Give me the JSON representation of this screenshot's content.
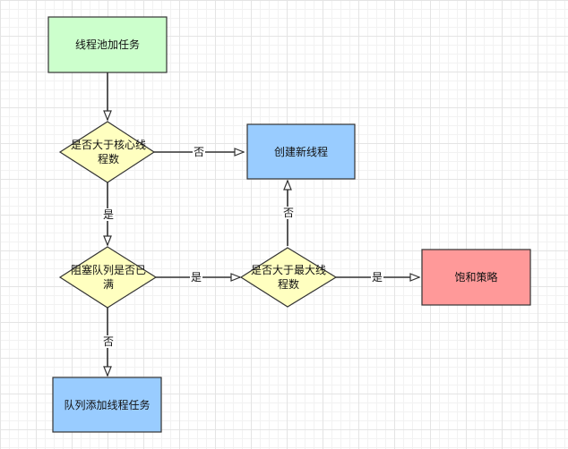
{
  "nodes": {
    "start": {
      "label": "线程池加任务",
      "fill": "#ccffcc"
    },
    "core_decision": {
      "label": "是否大于核心线程数",
      "fill": "#ffffc0"
    },
    "create_thread": {
      "label": "创建新线程",
      "fill": "#99ccff"
    },
    "queue_decision": {
      "label": "阻塞队列是否已满",
      "fill": "#ffffc0"
    },
    "max_decision": {
      "label": "是否大于最大线程数",
      "fill": "#ffffc0"
    },
    "saturation": {
      "label": "饱和策略",
      "fill": "#ff9999"
    },
    "add_queue": {
      "label": "队列添加线程任务",
      "fill": "#99ccff"
    }
  },
  "edges": {
    "core_no": "否",
    "core_yes": "是",
    "queue_yes": "是",
    "queue_no": "否",
    "max_no": "否",
    "max_yes": "是"
  },
  "colors": {
    "stroke": "#333333",
    "arrow": "#333333"
  }
}
